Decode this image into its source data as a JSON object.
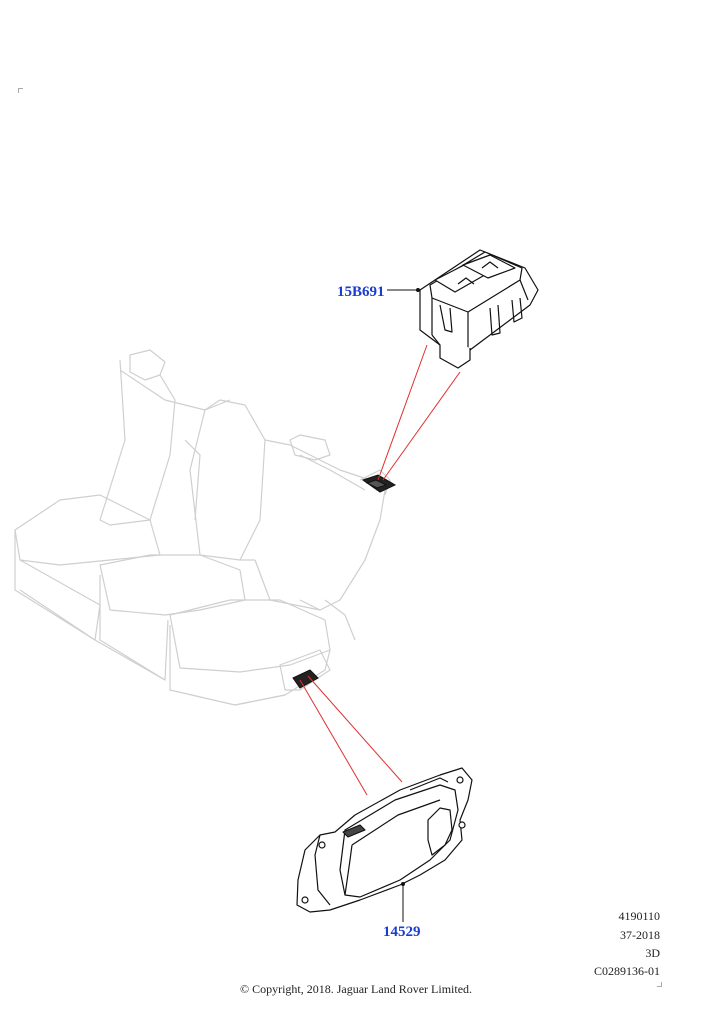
{
  "callouts": {
    "switch_part": "15B691",
    "module_part": "14529"
  },
  "meta": {
    "line1": "4190110",
    "line2": "37-2018",
    "line3": "3D",
    "line4": "C0289136-01"
  },
  "footer": {
    "copyright": "© Copyright, 2018. Jaguar Land Rover Limited."
  },
  "colors": {
    "callout_text": "#1a3ccf",
    "leader_line": "#e03030",
    "seat_outline": "#d0d0d0",
    "part_outline": "#111111"
  }
}
